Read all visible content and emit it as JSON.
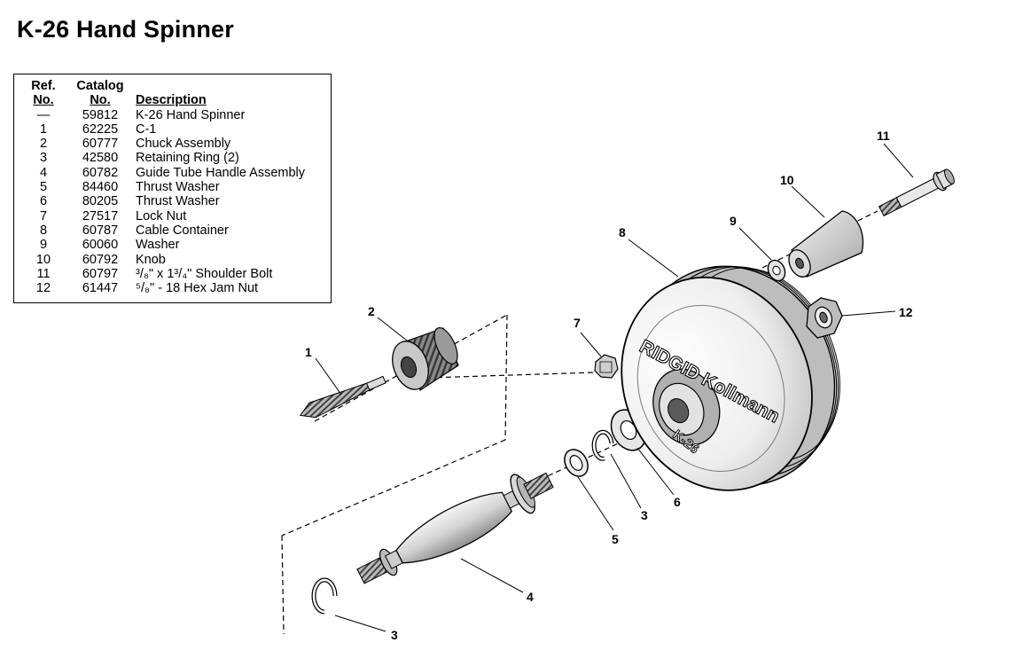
{
  "title": "K-26 Hand Spinner",
  "table": {
    "headers": {
      "ref_line1": "Ref.",
      "ref_line2": "No.",
      "catalog_line1": "Catalog",
      "catalog_line2": "No.",
      "description": "Description"
    },
    "rows": [
      {
        "ref": "—",
        "catalog": "59812",
        "description": "K-26 Hand Spinner"
      },
      {
        "ref": "1",
        "catalog": "62225",
        "description": "C-1"
      },
      {
        "ref": "2",
        "catalog": "60777",
        "description": "Chuck Assembly"
      },
      {
        "ref": "3",
        "catalog": "42580",
        "description": "Retaining Ring (2)"
      },
      {
        "ref": "4",
        "catalog": "60782",
        "description": "Guide Tube Handle Assembly"
      },
      {
        "ref": "5",
        "catalog": "84460",
        "description": "Thrust Washer"
      },
      {
        "ref": "6",
        "catalog": "80205",
        "description": "Thrust Washer"
      },
      {
        "ref": "7",
        "catalog": "27517",
        "description": "Lock Nut"
      },
      {
        "ref": "8",
        "catalog": "60787",
        "description": "Cable Container"
      },
      {
        "ref": "9",
        "catalog": "60060",
        "description": "Washer"
      },
      {
        "ref": "10",
        "catalog": "60792",
        "description": "Knob"
      },
      {
        "ref": "11",
        "catalog": "60797",
        "description": "³/₈\" x 1³/₄\" Shoulder Bolt"
      },
      {
        "ref": "12",
        "catalog": "61447",
        "description": "⁵/₈\" - 18 Hex Jam Nut"
      }
    ]
  },
  "diagram": {
    "callouts": [
      "1",
      "2",
      "3",
      "4",
      "5",
      "3",
      "6",
      "7",
      "8",
      "9",
      "10",
      "11",
      "12"
    ],
    "drum_brand_text": "RIDGID Kollmann",
    "drum_model_text": "K-26"
  }
}
